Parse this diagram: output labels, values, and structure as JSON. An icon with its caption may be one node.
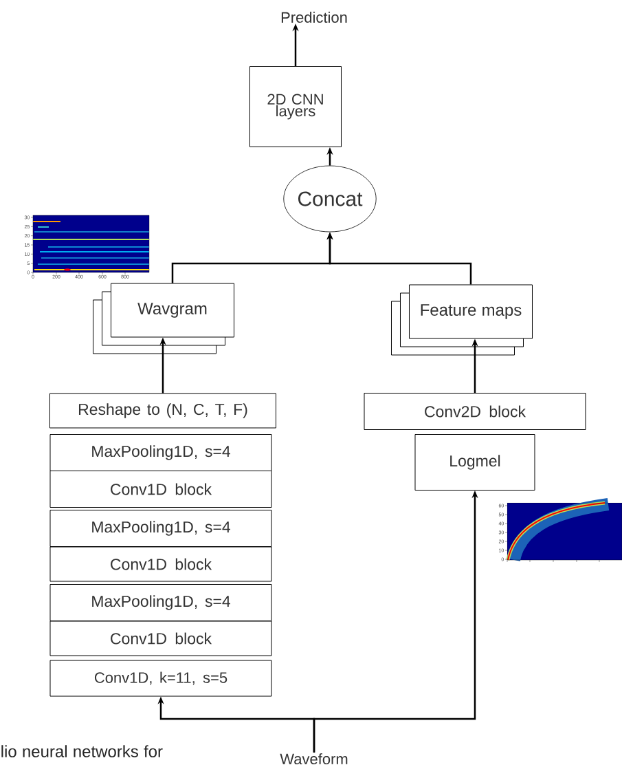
{
  "diagram": {
    "nodes": [
      {
        "text": [
          "Prediction"
        ]
      },
      {
        "text": [
          "2D CNN layers"
        ]
      },
      {
        "text": [
          "Concat"
        ]
      },
      {
        "text": [
          "Wavgram"
        ]
      },
      {
        "text": [
          "Feature maps"
        ]
      },
      {
        "text": [
          "Reshape to (N, C, T, F)"
        ]
      },
      {
        "text": [
          "MaxPooling1D, s=4"
        ]
      },
      {
        "text": [
          "Conv1D block"
        ]
      },
      {
        "text": [
          "MaxPooling1D, s=4"
        ]
      },
      {
        "text": [
          "Conv1D block"
        ]
      },
      {
        "text": [
          "MaxPooling1D, s=4"
        ]
      },
      {
        "text": [
          "Conv1D block"
        ]
      },
      {
        "text": [
          "Conv1D, k=11, s=5"
        ]
      },
      {
        "text": [
          "Conv2D block"
        ]
      },
      {
        "text": [
          "Logmel"
        ]
      },
      {
        "text": [
          "Waveform"
        ]
      }
    ],
    "edges": [
      {
        "from": 15,
        "to": 12,
        "arrow": "to"
      },
      {
        "from": 15,
        "to": 14,
        "arrow": "to"
      },
      {
        "from": 5,
        "to": 3,
        "arrow": "to"
      },
      {
        "from": 13,
        "to": 4,
        "arrow": "to"
      },
      {
        "from": 3,
        "to": 2,
        "arrow": "to"
      },
      {
        "from": 4,
        "to": 2,
        "arrow": "to"
      },
      {
        "from": 2,
        "to": 1,
        "arrow": "to"
      },
      {
        "from": 1,
        "to": 0,
        "arrow": "to"
      }
    ],
    "labels": [
      "30",
      "25",
      "20",
      "15",
      "10",
      "5",
      "0",
      "0",
      "200",
      "400",
      "600",
      "800",
      "60",
      "50",
      "40",
      "30",
      "20",
      "10",
      "0",
      "lio neural networks for"
    ]
  }
}
